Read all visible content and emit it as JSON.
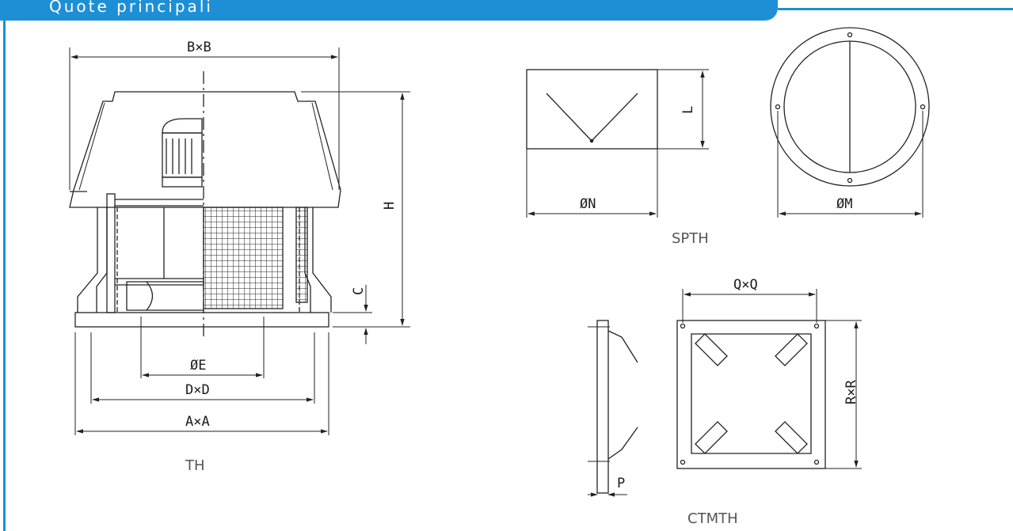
{
  "header": {
    "title": "Quote principali"
  },
  "colors": {
    "accent": "#1e8fd5",
    "line": "#222222"
  },
  "th": {
    "caption": "TH",
    "bxb": "B×B",
    "h": "H",
    "c": "C",
    "oe": "ØE",
    "dxd": "D×D",
    "axa": "A×A"
  },
  "spth": {
    "caption": "SPTH",
    "l": "L",
    "on": "ØN",
    "om": "ØM"
  },
  "ctmth": {
    "caption": "CTMTH",
    "qxq": "Q×Q",
    "rxr": "R×R",
    "p": "P"
  }
}
